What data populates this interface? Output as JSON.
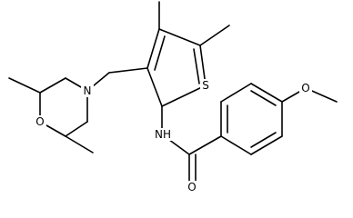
{
  "molecule": {
    "atom_labels": {
      "morpholine_nitrogen": "N",
      "morpholine_oxygen": "O",
      "thiophene_sulfur": "S",
      "amide_nh": "NH",
      "carbonyl_oxygen": "O",
      "methoxy_oxygen": "O"
    }
  },
  "colors": {
    "bond": "#000000",
    "background": "#ffffff"
  }
}
